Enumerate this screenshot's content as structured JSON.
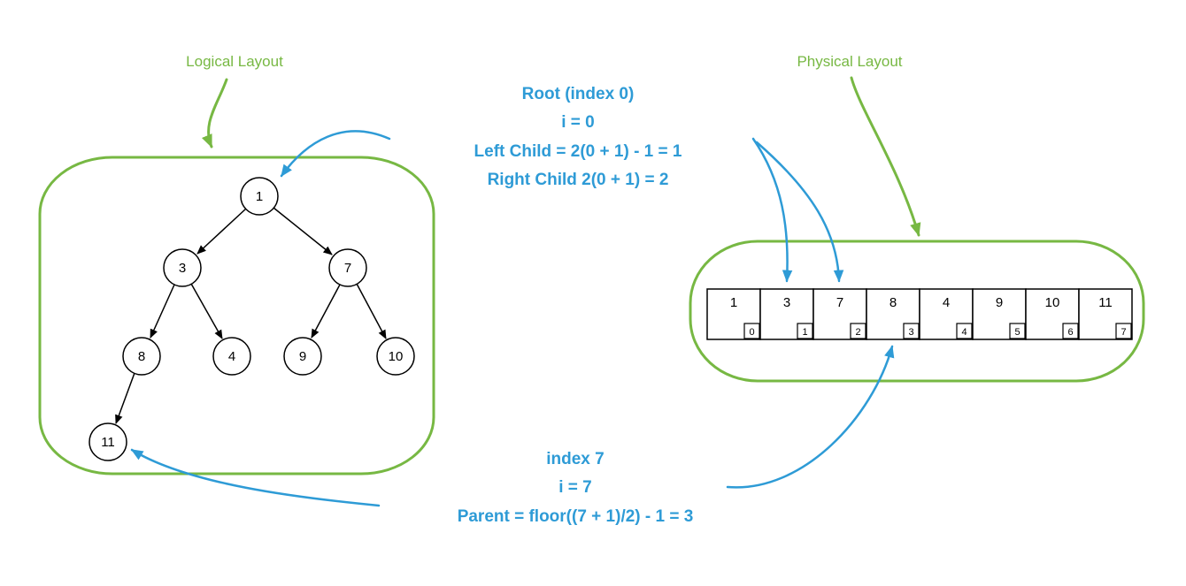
{
  "colors": {
    "green": "#77B843",
    "blue": "#2E9BD6",
    "black": "#000000",
    "background": "#FFFFFF"
  },
  "logical_layout": {
    "label": "Logical Layout",
    "tree_nodes": [
      {
        "value": "1"
      },
      {
        "value": "3"
      },
      {
        "value": "7"
      },
      {
        "value": "8"
      },
      {
        "value": "4"
      },
      {
        "value": "9"
      },
      {
        "value": "10"
      },
      {
        "value": "11"
      }
    ],
    "tree_edges": [
      "1-3",
      "1-7",
      "3-8",
      "3-4",
      "7-9",
      "7-10",
      "8-11"
    ]
  },
  "physical_layout": {
    "label": "Physical Layout",
    "array_cells": [
      {
        "value": "1",
        "index": "0"
      },
      {
        "value": "3",
        "index": "1"
      },
      {
        "value": "7",
        "index": "2"
      },
      {
        "value": "8",
        "index": "3"
      },
      {
        "value": "4",
        "index": "4"
      },
      {
        "value": "9",
        "index": "5"
      },
      {
        "value": "10",
        "index": "6"
      },
      {
        "value": "11",
        "index": "7"
      }
    ]
  },
  "annotations": {
    "root": {
      "line1": "Root (index 0)",
      "line2": "i = 0",
      "line3": "Left Child =  2(0 + 1) - 1 = 1",
      "line4": "Right Child 2(0 + 1) = 2"
    },
    "index7": {
      "line1": "index 7",
      "line2": "i = 7",
      "line3": "Parent =  floor((7 + 1)/2) - 1 = 3"
    }
  }
}
